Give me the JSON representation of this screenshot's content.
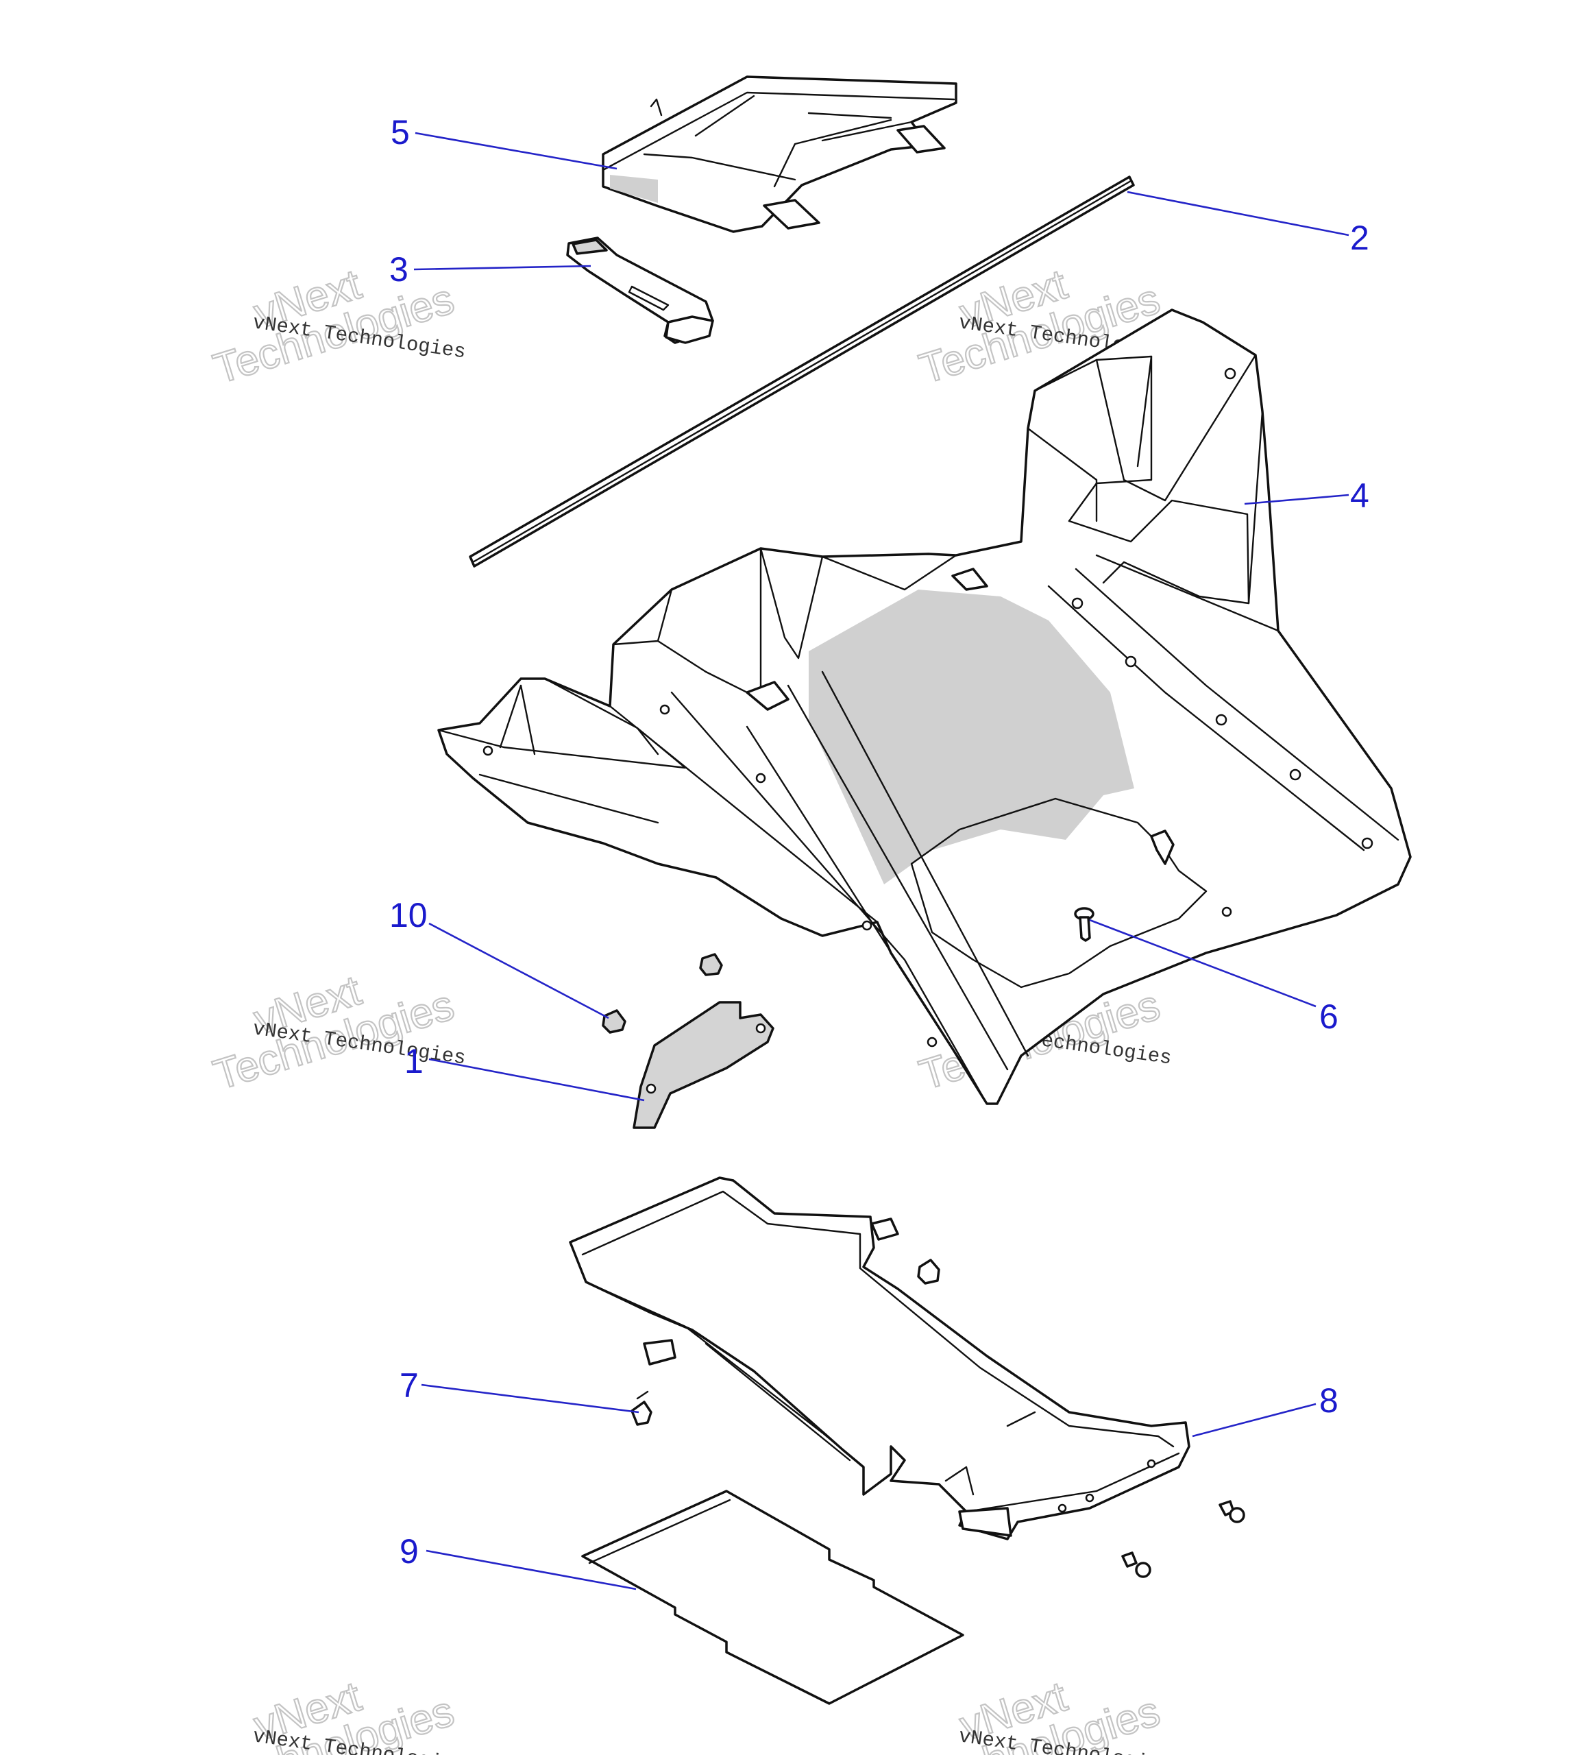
{
  "diagram": {
    "watermark": {
      "line1": "vNext",
      "line2": "Technologies",
      "line3": "vNext Technologies"
    },
    "callouts": [
      {
        "id": "5",
        "label": "5"
      },
      {
        "id": "2",
        "label": "2"
      },
      {
        "id": "3",
        "label": "3"
      },
      {
        "id": "4",
        "label": "4"
      },
      {
        "id": "10",
        "label": "10"
      },
      {
        "id": "6",
        "label": "6"
      },
      {
        "id": "1",
        "label": "1"
      },
      {
        "id": "7",
        "label": "7"
      },
      {
        "id": "8",
        "label": "8"
      },
      {
        "id": "9",
        "label": "9"
      }
    ],
    "colors": {
      "callout": "#1a1acc",
      "line_art": "#111111",
      "shade": "#d0d0d0",
      "background": "#ffffff"
    }
  }
}
